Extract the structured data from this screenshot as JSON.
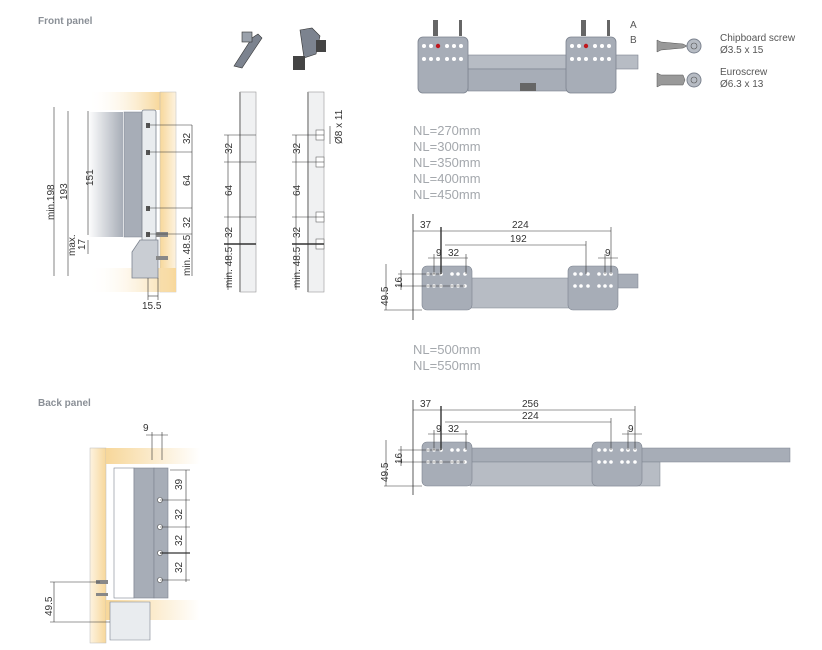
{
  "sections": {
    "front_panel": "Front panel",
    "back_panel": "Back panel"
  },
  "front": {
    "dims": {
      "min198": "min.198",
      "d193": "193",
      "d151": "151",
      "max": "max.",
      "d17": "17",
      "d32a": "32",
      "d64": "64",
      "d32b": "32",
      "min485": "min. 48.5",
      "d155": "15.5"
    },
    "panel_a": {
      "d32a": "32",
      "d64": "64",
      "d32b": "32",
      "min485": "min. 48.5"
    },
    "panel_b": {
      "d32a": "32",
      "d64": "64",
      "d32b": "32",
      "min485": "min. 48.5",
      "hole": "Ø8 x 11"
    }
  },
  "back": {
    "d9": "9",
    "d39": "39",
    "d32a": "32",
    "d32b": "32",
    "d32c": "32",
    "d495": "49.5"
  },
  "runner_top": {
    "labels": {
      "a": "A",
      "b": "B"
    }
  },
  "legend": {
    "items": [
      {
        "icon": "chipboard-screw-icon",
        "name": "Chipboard screw",
        "size": "Ø3.5 x 15"
      },
      {
        "icon": "euroscrew-icon",
        "name": "Euroscrew",
        "size": "Ø6.3 x 13"
      }
    ]
  },
  "group1": {
    "lengths": [
      "NL=270mm",
      "NL=300mm",
      "NL=350mm",
      "NL=400mm",
      "NL=450mm"
    ],
    "dims": {
      "d37": "37",
      "d224": "224",
      "d192": "192",
      "d9a": "9",
      "d32": "32",
      "d9b": "9",
      "d16": "16",
      "d495": "49.5"
    }
  },
  "group2": {
    "lengths": [
      "NL=500mm",
      "NL=550mm"
    ],
    "dims": {
      "d37": "37",
      "d256": "256",
      "d224": "224",
      "d9a": "9",
      "d32": "32",
      "d9b": "9",
      "d16": "16",
      "d495": "49.5"
    }
  },
  "colors": {
    "wood": "#f7d79a",
    "metal": "#a7adb7",
    "metal_dark": "#7c838f",
    "screw_red": "#c0161c",
    "text_gray": "#8a8f96"
  }
}
